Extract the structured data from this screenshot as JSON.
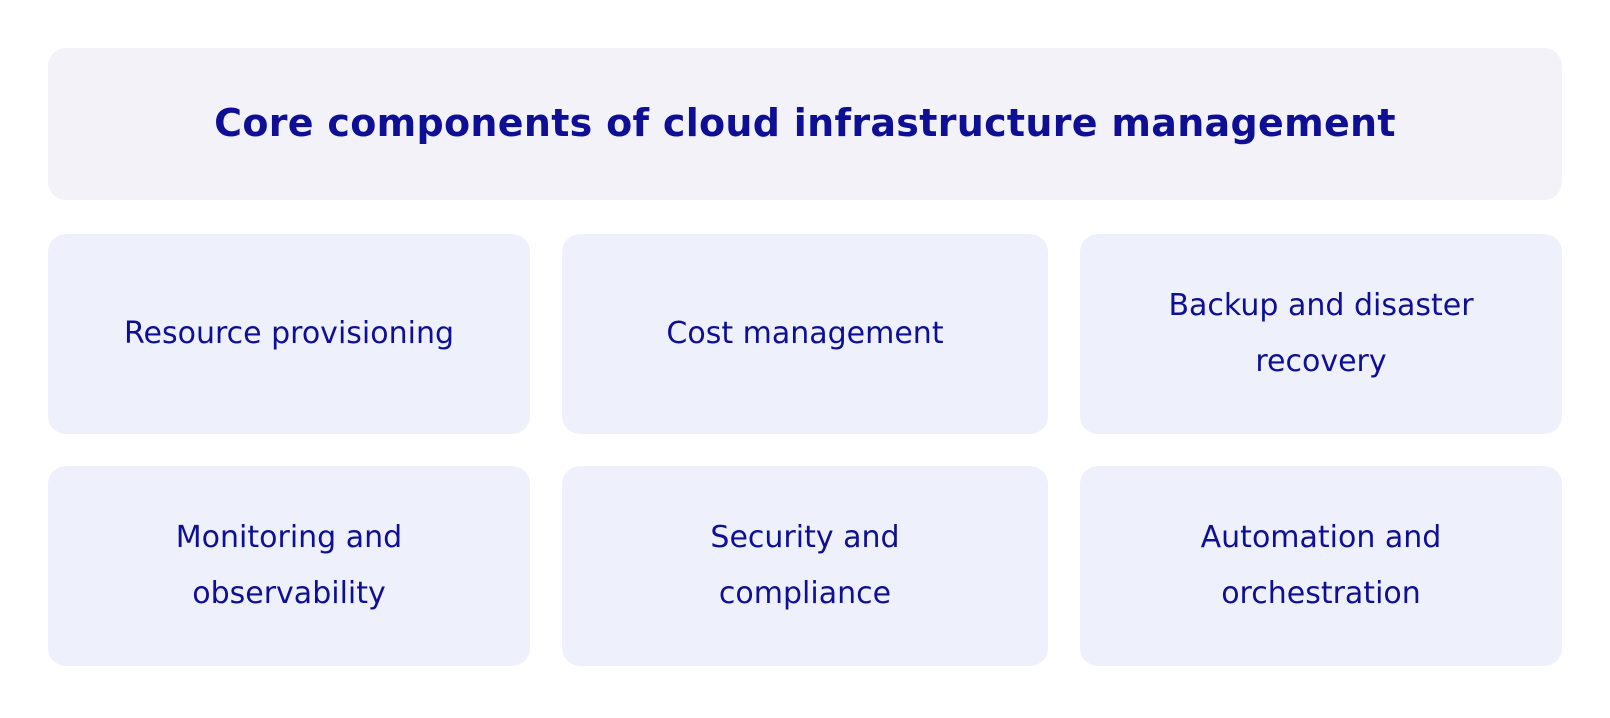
{
  "header": {
    "title": "Core components of cloud infrastructure management"
  },
  "components": [
    {
      "label": "Resource provisioning"
    },
    {
      "label": "Cost management"
    },
    {
      "label": "Backup and disaster recovery"
    },
    {
      "label": "Monitoring and observability"
    },
    {
      "label": "Security and compliance"
    },
    {
      "label": "Automation and orchestration"
    }
  ],
  "colors": {
    "text": "#0f0f96",
    "header_bg": "#f2f2f8",
    "card_bg": "#eef1fc"
  }
}
